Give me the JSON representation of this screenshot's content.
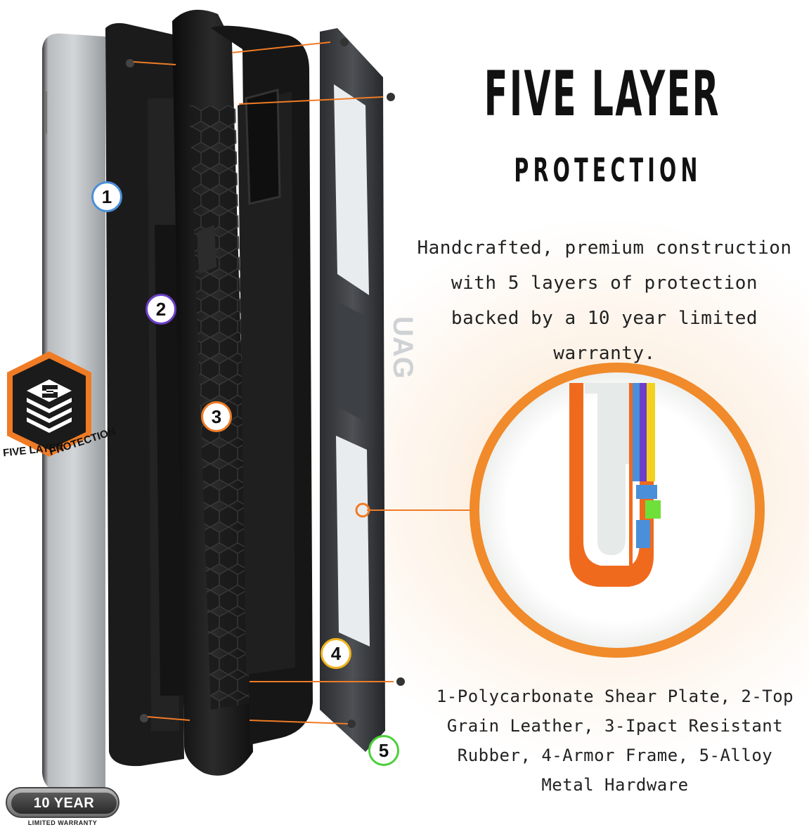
{
  "headline": "FIVE LAYER",
  "subheadline": "PROTECTION",
  "description": "Handcrafted, premium construction with 5 layers of protection backed by a 10 year limited warranty.",
  "layers_caption": "1-Polycarbonate Shear Plate, 2-Top Grain Leather, 3-Ipact Resistant Rubber, 4-Armor Frame, 5-Alloy Metal Hardware",
  "markers": [
    {
      "label": "1",
      "color": "#4a8fd9"
    },
    {
      "label": "2",
      "color": "#6b3fc9"
    },
    {
      "label": "3",
      "color": "#f07b25"
    },
    {
      "label": "4",
      "color": "#f2b21d"
    },
    {
      "label": "5",
      "color": "#4ccf3a"
    }
  ],
  "badge": {
    "text_left": "FIVE LAYER",
    "text_right": "PROTECTION",
    "color": "#f07b25"
  },
  "warranty": {
    "title": "10 YEAR",
    "subtitle": "LIMITED WARRANTY"
  },
  "frame_logo": "UAG",
  "colors": {
    "accent_orange": "#f07b25",
    "text_dark": "#111111"
  }
}
